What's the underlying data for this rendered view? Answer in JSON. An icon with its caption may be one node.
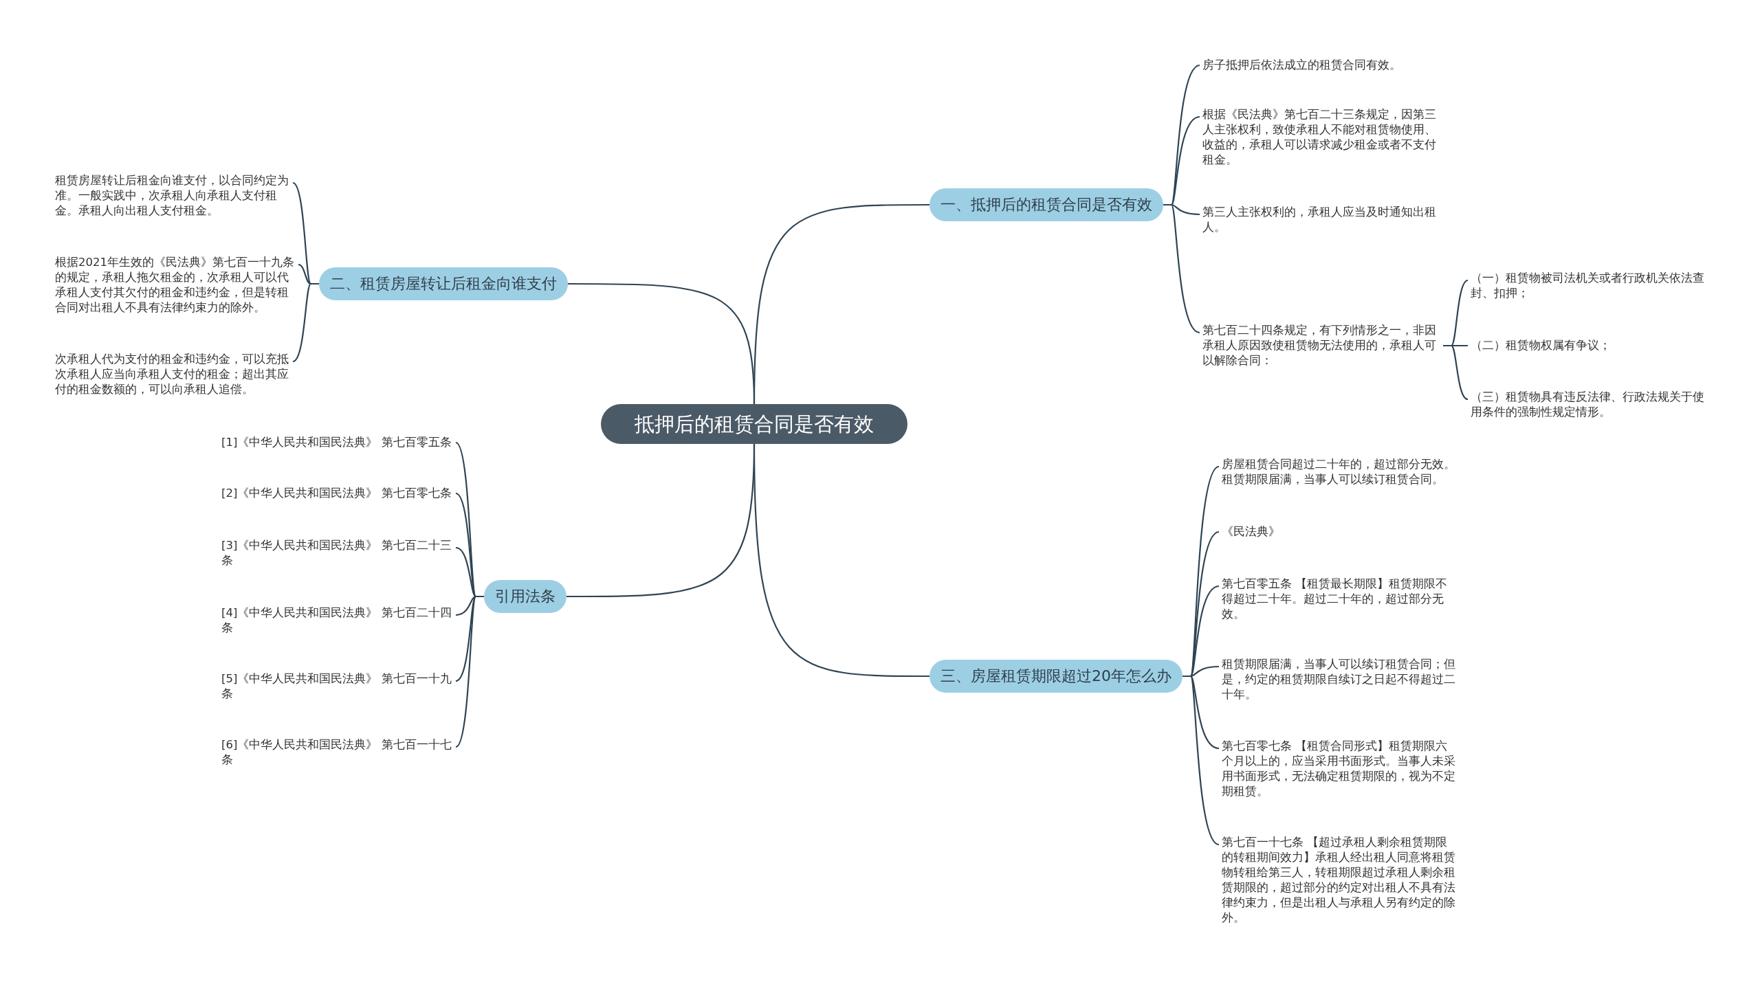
{
  "diagram": {
    "nodes": [
      {
        "text": [
          "抵押后的租赁合同是否有效"
        ]
      },
      {
        "text": [
          "一、抵押后的租赁合同是否有效"
        ]
      },
      {
        "text": [
          "房子抵押后依法成立的租赁合同有效。"
        ]
      },
      {
        "text": [
          "根据《民法典》第七百二十三条规定，因第三人主张权利，致使承租人不能对租赁物使用、收益的，承租人可以请求减少租金或者不支付租金。"
        ]
      },
      {
        "text": [
          "第三人主张权利的，承租人应当及时通知出租人。"
        ]
      },
      {
        "text": [
          "第七百二十四条规定，有下列情形之一，非因承租人原因致使租赁物无法使用的，承租人可以解除合同："
        ]
      },
      {
        "text": [
          "（一）租赁物被司法机关或者行政机关依法查封、扣押；"
        ]
      },
      {
        "text": [
          "（二）租赁物权属有争议；"
        ]
      },
      {
        "text": [
          "（三）租赁物具有违反法律、行政法规关于使用条件的强制性规定情形。"
        ]
      },
      {
        "text": [
          "二、租赁房屋转让后租金向谁支付"
        ]
      },
      {
        "text": [
          "租赁房屋转让后租金向谁支付，以合同约定为准。一般实践中，次承租人向承租人支付租金。承租人向出租人支付租金。"
        ]
      },
      {
        "text": [
          "根据2021年生效的《民法典》第七百一十九条的规定，承租人拖欠租金的，次承租人可以代承租人支付其欠付的租金和违约金，但是转租合同对出租人不具有法律约束力的除外。"
        ]
      },
      {
        "text": [
          "次承租人代为支付的租金和违约金，可以充抵次承租人应当向承租人支付的租金；超出其应付的租金数额的，可以向承租人追偿。"
        ]
      },
      {
        "text": [
          "三、房屋租赁期限超过20年怎么办"
        ]
      },
      {
        "text": [
          "房屋租赁合同超过二十年的，超过部分无效。租赁期限届满，当事人可以续订租赁合同。"
        ]
      },
      {
        "text": [
          "《民法典》"
        ]
      },
      {
        "text": [
          "第七百零五条 【租赁最长期限】租赁期限不得超过二十年。超过二十年的，超过部分无效。"
        ]
      },
      {
        "text": [
          "租赁期限届满，当事人可以续订租赁合同；但是，约定的租赁期限自续订之日起不得超过二十年。"
        ]
      },
      {
        "text": [
          "第七百零七条 【租赁合同形式】租赁期限六个月以上的，应当采用书面形式。当事人未采用书面形式，无法确定租赁期限的，视为不定期租赁。"
        ]
      },
      {
        "text": [
          "第七百一十七条 【超过承租人剩余租赁期限的转租期间效力】承租人经出租人同意将租赁物转租给第三人，转租期限超过承租人剩余租赁期限的，超过部分的约定对出租人不具有法律约束力，但是出租人与承租人另有约定的除外。"
        ]
      },
      {
        "text": [
          "引用法条"
        ]
      },
      {
        "text": [
          "[1]《中华人民共和国民法典》 第七百零五条"
        ]
      },
      {
        "text": [
          "[2]《中华人民共和国民法典》 第七百零七条"
        ]
      },
      {
        "text": [
          "[3]《中华人民共和国民法典》 第七百二十三条"
        ]
      },
      {
        "text": [
          "[4]《中华人民共和国民法典》 第七百二十四条"
        ]
      },
      {
        "text": [
          "[5]《中华人民共和国民法典》 第七百一十九条"
        ]
      },
      {
        "text": [
          "[6]《中华人民共和国民法典》 第七百一十七条"
        ]
      }
    ],
    "edges": [
      {
        "from": 0,
        "to": 1,
        "arrow": "none"
      },
      {
        "from": 0,
        "to": 9,
        "arrow": "none"
      },
      {
        "from": 0,
        "to": 13,
        "arrow": "none"
      },
      {
        "from": 0,
        "to": 20,
        "arrow": "none"
      },
      {
        "from": 1,
        "to": 2,
        "arrow": "none"
      },
      {
        "from": 1,
        "to": 3,
        "arrow": "none"
      },
      {
        "from": 1,
        "to": 4,
        "arrow": "none"
      },
      {
        "from": 1,
        "to": 5,
        "arrow": "none"
      },
      {
        "from": 5,
        "to": 6,
        "arrow": "none"
      },
      {
        "from": 5,
        "to": 7,
        "arrow": "none"
      },
      {
        "from": 5,
        "to": 8,
        "arrow": "none"
      },
      {
        "from": 9,
        "to": 10,
        "arrow": "none"
      },
      {
        "from": 9,
        "to": 11,
        "arrow": "none"
      },
      {
        "from": 9,
        "to": 12,
        "arrow": "none"
      },
      {
        "from": 13,
        "to": 14,
        "arrow": "none"
      },
      {
        "from": 13,
        "to": 15,
        "arrow": "none"
      },
      {
        "from": 13,
        "to": 16,
        "arrow": "none"
      },
      {
        "from": 13,
        "to": 17,
        "arrow": "none"
      },
      {
        "from": 13,
        "to": 18,
        "arrow": "none"
      },
      {
        "from": 13,
        "to": 19,
        "arrow": "none"
      },
      {
        "from": 20,
        "to": 21,
        "arrow": "none"
      },
      {
        "from": 20,
        "to": 22,
        "arrow": "none"
      },
      {
        "from": 20,
        "to": 23,
        "arrow": "none"
      },
      {
        "from": 20,
        "to": 24,
        "arrow": "none"
      },
      {
        "from": 20,
        "to": 25,
        "arrow": "none"
      },
      {
        "from": 20,
        "to": 26,
        "arrow": "none"
      }
    ]
  }
}
